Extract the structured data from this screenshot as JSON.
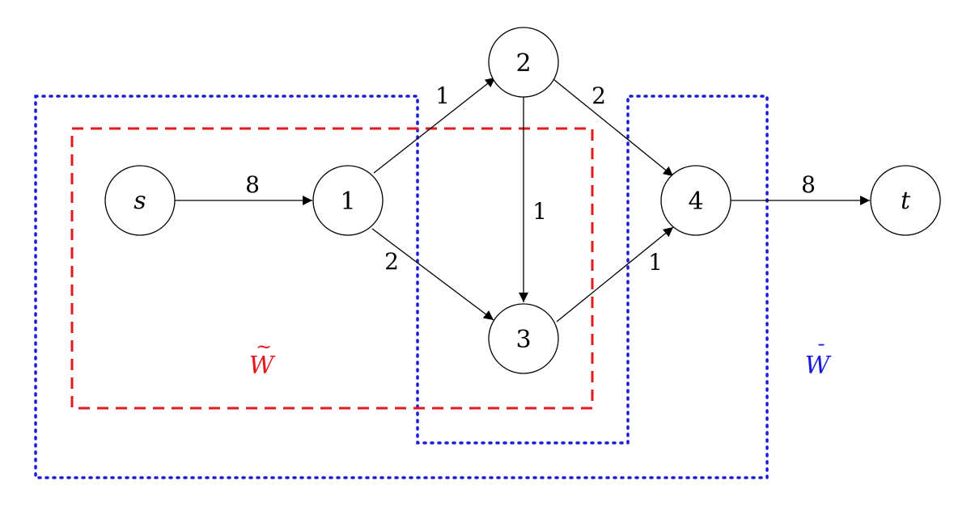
{
  "nodes": {
    "s": {
      "label": "s"
    },
    "n1": {
      "label": "1"
    },
    "n2": {
      "label": "2"
    },
    "n3": {
      "label": "3"
    },
    "n4": {
      "label": "4"
    },
    "t": {
      "label": "t"
    }
  },
  "edges": {
    "s_1": {
      "from": "s",
      "to": "1",
      "capacity": "8"
    },
    "1_2": {
      "from": "1",
      "to": "2",
      "capacity": "1"
    },
    "1_3": {
      "from": "1",
      "to": "3",
      "capacity": "2"
    },
    "2_3": {
      "from": "2",
      "to": "3",
      "capacity": "1"
    },
    "2_4": {
      "from": "2",
      "to": "4",
      "capacity": "2"
    },
    "3_4": {
      "from": "3",
      "to": "4",
      "capacity": "1"
    },
    "4_t": {
      "from": "4",
      "to": "t",
      "capacity": "8"
    }
  },
  "regions": {
    "w_tilde": {
      "label": "W",
      "accent": "~",
      "color": "#e31a1c"
    },
    "w_bar": {
      "label": "W",
      "accent": "¯",
      "color": "#1a1adb"
    }
  }
}
